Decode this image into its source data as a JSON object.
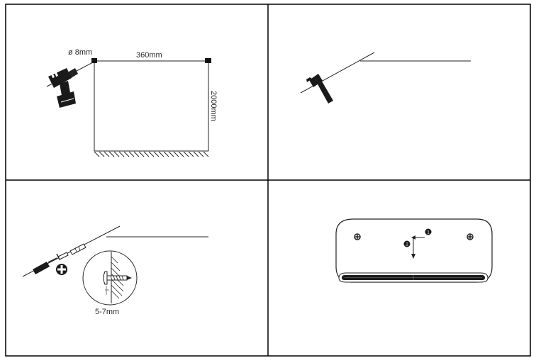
{
  "panels": {
    "step1": {
      "hole_diameter_label": "ø 8mm",
      "width_label": "360mm",
      "height_label": "2000mm"
    },
    "step2": {},
    "step3": {
      "gap_label": "5-7mm",
      "inner_mark": "××"
    },
    "step4": {
      "step_marker_1": "1",
      "step_marker_2": "2"
    }
  },
  "icons": [
    "drill-icon",
    "hammer-icon",
    "screwdriver-icon",
    "phillips-head-icon",
    "wall-plug-icon",
    "screw-icon",
    "heater-unit-icon",
    "arrow-left-icon",
    "arrow-down-icon"
  ],
  "colors": {
    "line": "#222222",
    "fill_dark": "#1a1a1a",
    "frame": "#000000"
  }
}
